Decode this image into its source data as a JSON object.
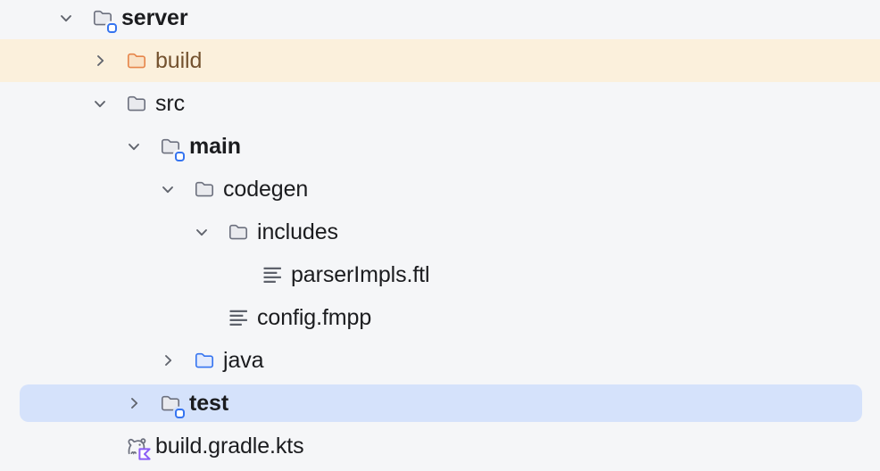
{
  "app": "project-file-tree",
  "colors": {
    "background": "#F5F6F8",
    "excluded_row_bg": "#FBF0DC",
    "selected_row_bg": "#D5E2FB",
    "text": "#1B1C1F",
    "excluded_text": "#74522F",
    "chevron": "#60646D",
    "folder_stroke": "#6C707E",
    "folder_fill": "#E9EAEE",
    "source_folder_stroke": "#3574F0",
    "source_folder_fill": "#E3EBFD",
    "excluded_folder_stroke": "#E6854A",
    "excluded_folder_fill": "#F9E2C6",
    "module_badge_border": "#3574F0",
    "file_icon_lines": "#5E626C",
    "gradle_icon": "#6C707E",
    "kotlin_badge": "#8B5CF6"
  },
  "tree": {
    "items": [
      {
        "label": "server",
        "level": 0,
        "expanded": true,
        "icon": "folder-module",
        "bold": true
      },
      {
        "label": "build",
        "level": 1,
        "expanded": false,
        "icon": "folder-excluded",
        "state": "excluded"
      },
      {
        "label": "src",
        "level": 1,
        "expanded": true,
        "icon": "folder"
      },
      {
        "label": "main",
        "level": 2,
        "expanded": true,
        "icon": "folder-module",
        "bold": true
      },
      {
        "label": "codegen",
        "level": 3,
        "expanded": true,
        "icon": "folder"
      },
      {
        "label": "includes",
        "level": 4,
        "expanded": true,
        "icon": "folder"
      },
      {
        "label": "parserImpls.ftl",
        "level": 5,
        "icon": "file-text"
      },
      {
        "label": "config.fmpp",
        "level": 4,
        "icon": "file-text"
      },
      {
        "label": "java",
        "level": 3,
        "expanded": false,
        "icon": "folder-source"
      },
      {
        "label": "test",
        "level": 2,
        "expanded": false,
        "icon": "folder-module",
        "bold": true,
        "selected": true
      },
      {
        "label": "build.gradle.kts",
        "level": 1,
        "icon": "gradle-kotlin"
      }
    ]
  }
}
